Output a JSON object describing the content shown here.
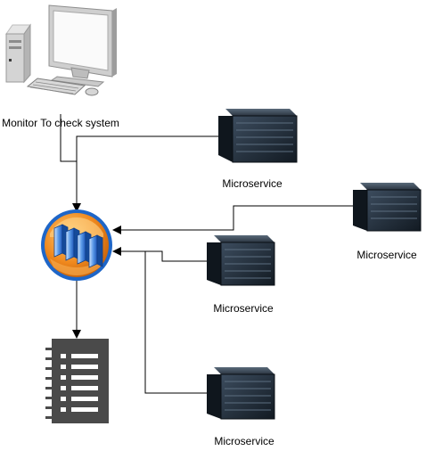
{
  "nodes": {
    "monitor": {
      "label": "Monitor To check system",
      "icon": "desktop-computer-icon"
    },
    "gateway": {
      "label": "",
      "icon": "server-cluster-globe-icon"
    },
    "log": {
      "label": "",
      "icon": "list-document-icon"
    },
    "services": [
      {
        "label": "Microservice",
        "icon": "server-icon"
      },
      {
        "label": "Microservice",
        "icon": "server-icon"
      },
      {
        "label": "Microservice",
        "icon": "server-icon"
      },
      {
        "label": "Microservice",
        "icon": "server-icon"
      }
    ]
  },
  "colors": {
    "edge": "#000000",
    "server_body": "#1c2630",
    "server_front": "#2a3a4a",
    "globe_orange": "#f0891e",
    "globe_blue": "#1e66c8",
    "list_icon": "#4a4a4a"
  }
}
